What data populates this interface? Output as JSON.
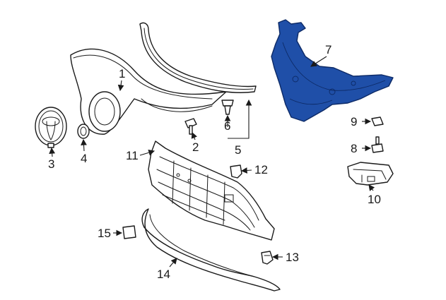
{
  "colors": {
    "line": "#1a1a1a",
    "background": "#ffffff",
    "highlight_fill": "#1f4fa8",
    "highlight_stroke": "#0d2a66"
  },
  "callouts": {
    "p1": "1",
    "p2": "2",
    "p3": "3",
    "p4": "4",
    "p5": "5",
    "p6": "6",
    "p7": "7",
    "p8": "8",
    "p9": "9",
    "p10": "10",
    "p11": "11",
    "p12": "12",
    "p13": "13",
    "p14": "14",
    "p15": "15"
  }
}
